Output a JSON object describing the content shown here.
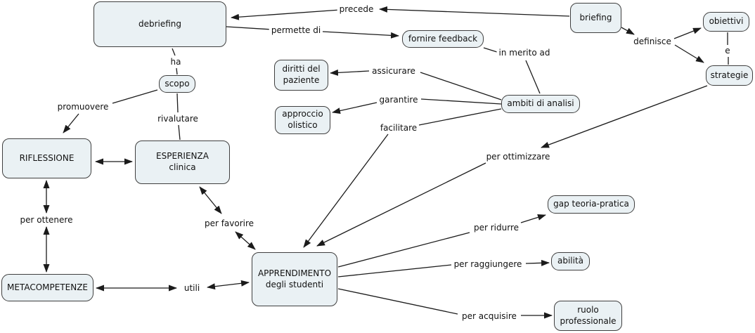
{
  "colors": {
    "node_fill": "#eaf1f4",
    "node_border": "#3f3f3f",
    "line": "#1b1b1b",
    "background": "#ffffff"
  },
  "nodes": {
    "debriefing": {
      "label": "debriefing"
    },
    "briefing": {
      "label": "briefing"
    },
    "obiettivi": {
      "label": "obiettivi"
    },
    "strategie": {
      "label": "strategie"
    },
    "fornire_feedback": {
      "label": "fornire feedback"
    },
    "diritti_paziente": {
      "label": "diritti del\npaziente"
    },
    "approccio_olistico": {
      "label": "approccio\nolistico"
    },
    "ambiti_analisi": {
      "label": "ambiti di analisi"
    },
    "scopo": {
      "label": "scopo"
    },
    "riflessione": {
      "label": "RIFLESSIONE"
    },
    "esperienza_clinica": {
      "label": "ESPERIENZA\nclinica"
    },
    "metacompetenze": {
      "label": "METACOMPETENZE"
    },
    "apprendimento": {
      "label": "APPRENDIMENTO\ndegli studenti"
    },
    "gap_teoria_pratica": {
      "label": "gap teoria-pratica"
    },
    "abilita": {
      "label": "abilità"
    },
    "ruolo_professionale": {
      "label": "ruolo\nprofessionale"
    }
  },
  "links": {
    "precede": "precede",
    "permette_di": "permette di",
    "ha": "ha",
    "promuovere": "promuovere",
    "rivalutare": "rivalutare",
    "in_merito_ad": "in merito ad",
    "definisce": "definisce",
    "e": "e",
    "assicurare": "assicurare",
    "garantire": "garantire",
    "facilitare": "facilitare",
    "per_ottimizzare": "per ottimizzare",
    "per_favorire": "per favorire",
    "per_ottenere": "per ottenere",
    "utili": "utili",
    "per_ridurre": "per ridurre",
    "per_raggiungere": "per raggiungere",
    "per_acquisire": "per acquisire"
  }
}
